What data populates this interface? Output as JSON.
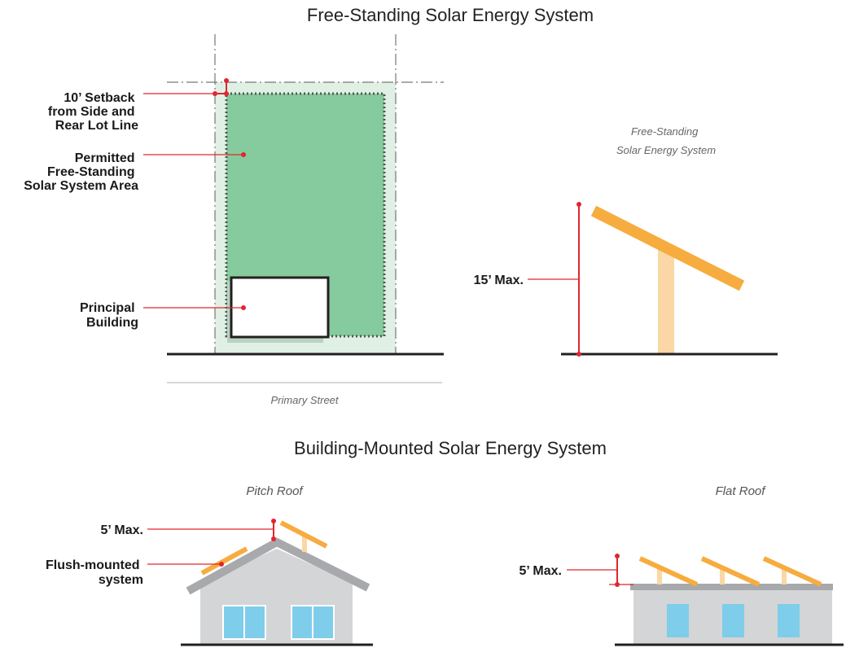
{
  "free_standing": {
    "title": "Free-Standing Solar Energy System",
    "setback_label": [
      "10’ Setback",
      "from Side and",
      "Rear Lot Line"
    ],
    "permitted_area_label": [
      "Permitted",
      "Free-Standing",
      "Solar System Area"
    ],
    "principal_building_label": [
      "Principal",
      "Building"
    ],
    "street_label": "Primary Street",
    "elevation_caption": [
      "Free-Standing",
      "Solar Energy System"
    ],
    "height_label": "15’ Max."
  },
  "building_mounted": {
    "title": "Building-Mounted Solar Energy System",
    "pitch_roof": {
      "caption": "Pitch Roof",
      "height_label": "5’ Max.",
      "flush_label": [
        "Flush-mounted",
        "system"
      ]
    },
    "flat_roof": {
      "caption": "Flat Roof",
      "height_label": "5’ Max."
    }
  },
  "colors": {
    "panel_orange": "#f6ac3f",
    "post_tan": "#fbd7a5",
    "permitted_green": "#86cb9d",
    "setback_green": "#e0f0e5",
    "callout_red": "#e0262e",
    "building_gray": "#d4d5d6",
    "roof_gray": "#a7a9ac",
    "window_blue": "#7ecdea",
    "ground": "#231f20"
  }
}
